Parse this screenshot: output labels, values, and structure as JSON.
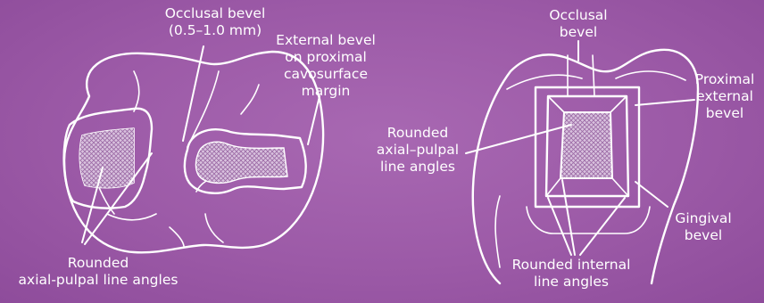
{
  "colors": {
    "background": "#9b5aa6",
    "line": "#ffffff",
    "hatch_fill": "#d9c2de"
  },
  "labels": {
    "occlusal_bevel_left": [
      "Occlusal bevel",
      "(0.5–1.0 mm)"
    ],
    "external_bevel": [
      "External bevel",
      "on proximal",
      "cavosurface",
      "margin"
    ],
    "rounded_axial_pulpal_left": [
      "Rounded",
      "axial-pulpal line angles"
    ],
    "occlusal_bevel_right": [
      "Occlusal",
      "bevel"
    ],
    "proximal_external_bevel": [
      "Proximal",
      "external",
      "bevel"
    ],
    "rounded_axial_pulpal_right": [
      "Rounded",
      "axial–pulpal",
      "line angles"
    ],
    "gingival_bevel": [
      "Gingival",
      "bevel"
    ],
    "rounded_internal": [
      "Rounded internal",
      "line angles"
    ]
  }
}
